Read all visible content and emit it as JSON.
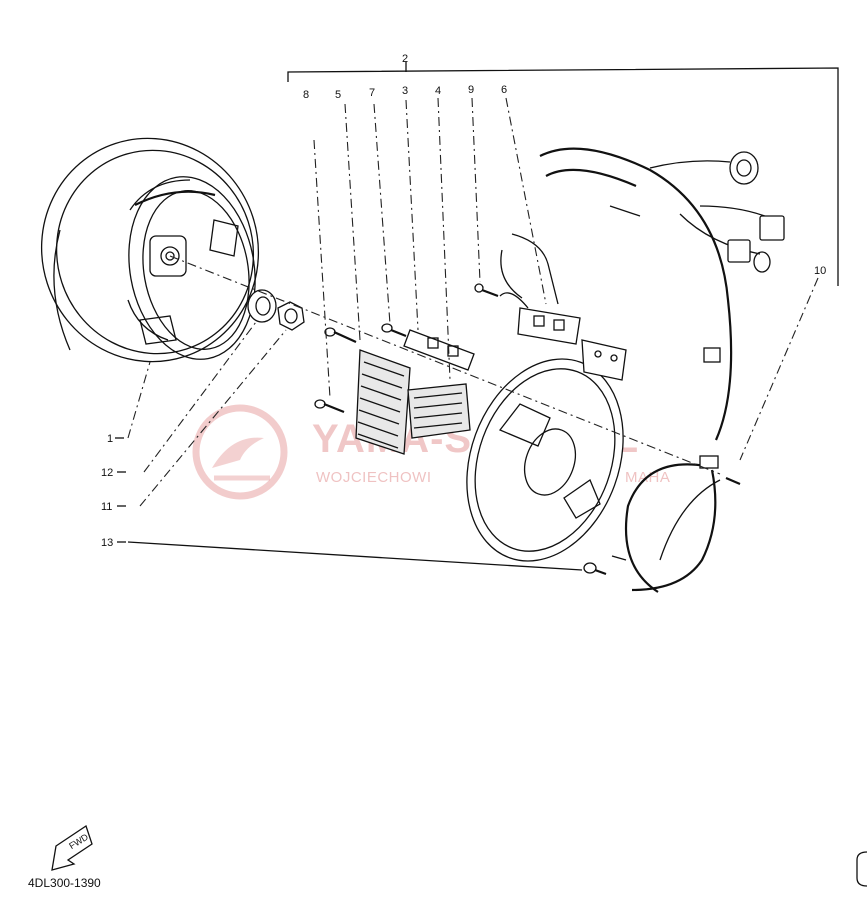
{
  "diagram": {
    "part_number_labels": {
      "p1": "1",
      "p2": "2",
      "p3": "3",
      "p4": "4",
      "p5": "5",
      "p6": "6",
      "p7": "7",
      "p8": "8",
      "p9": "9",
      "p10": "10",
      "p11": "11",
      "p12": "12",
      "p13": "13"
    },
    "drawing_code": "4DL300-1390",
    "fwd_arrow_text": "FWD",
    "watermark": {
      "brand": "YAMA-S",
      "suffix": "PL",
      "subtitle": "WOJCIECHOWI",
      "subtitle_suffix": "MAHA"
    }
  }
}
